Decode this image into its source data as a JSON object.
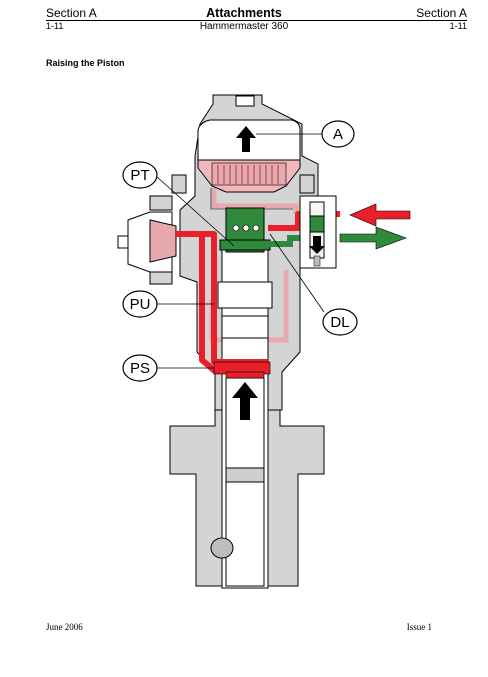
{
  "header": {
    "section_left": "Section A",
    "title": "Attachments",
    "section_right": "Section A",
    "page_left": "1-11",
    "subtitle": "Hammermaster 360",
    "page_right": "1-11"
  },
  "caption": "Raising the Piston",
  "diagram": {
    "callouts": {
      "a": "A",
      "pt": "PT",
      "pu": "PU",
      "dl": "DL",
      "ps": "PS"
    },
    "colors": {
      "pressure_red": "#e8202a",
      "return_pink": "#e8a9ae",
      "valve_green": "#2f8a3c",
      "body_grey": "#d4d4d4",
      "outline": "#000000"
    }
  },
  "footer": {
    "date": "June 2006",
    "issue": "Issue 1"
  }
}
